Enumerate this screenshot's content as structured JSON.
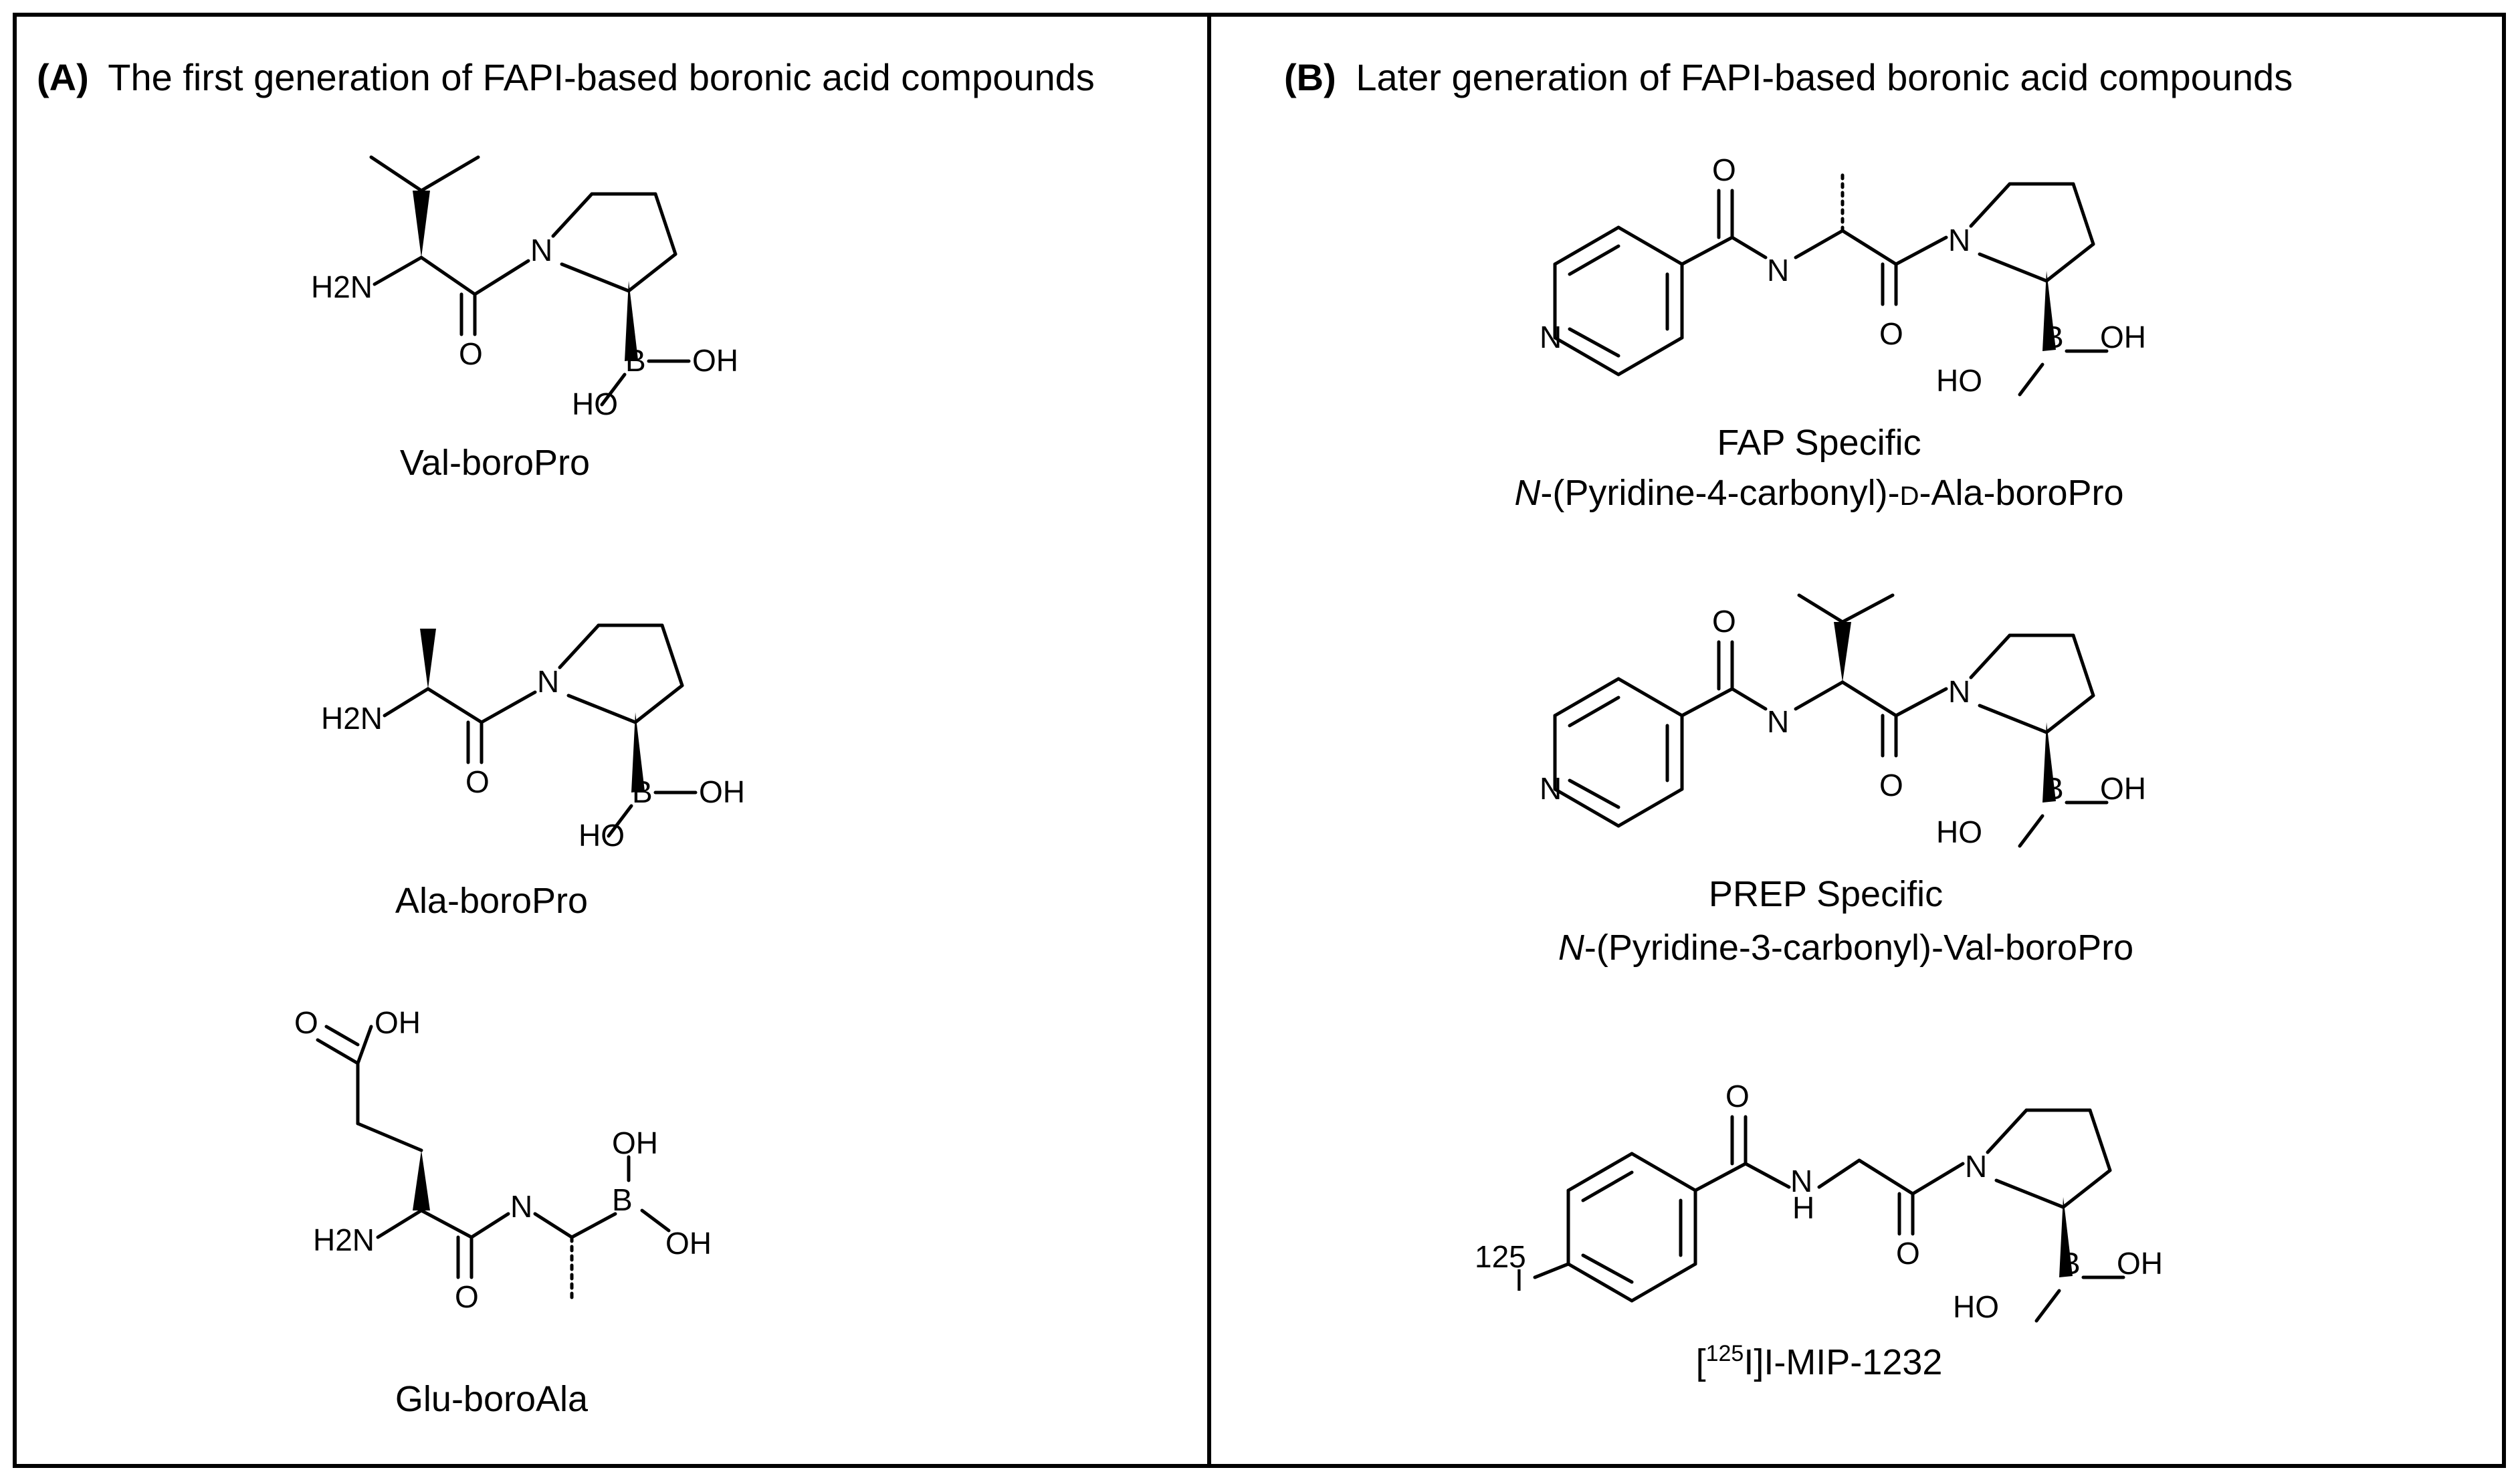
{
  "panels": {
    "a": {
      "label": "(A)",
      "title": "The first generation of FAPI-based boronic acid compounds",
      "compounds": [
        {
          "name": "Val-boroPro"
        },
        {
          "name": "Ala-boroPro"
        },
        {
          "name": "Glu-boroAla"
        }
      ]
    },
    "b": {
      "label": "(B)",
      "title": "Later generation of FAPI-based boronic acid compounds",
      "compounds": [
        {
          "caption_line1": "FAP Specific",
          "caption_prefix": "N",
          "caption_rest": "-(Pyridine-4-carbonyl)-",
          "caption_smallcaps": "d",
          "caption_tail": "-Ala-boroPro"
        },
        {
          "caption_line1": "PREP Specific",
          "caption_prefix": "N",
          "caption_rest": "-(Pyridine-3-carbonyl)-Val-boroPro"
        },
        {
          "name_open": "[",
          "name_sup": "125",
          "name_rest": "I]I-MIP-1232"
        }
      ]
    }
  },
  "atoms": {
    "h2n": "H2N",
    "n": "N",
    "o": "O",
    "b": "B",
    "oh_right": "OH",
    "ho": "HO",
    "nh_n": "N",
    "nh_h": "H",
    "isotope": "125",
    "iodine": "I"
  },
  "icons": [
    "chemical-structure-val-boropro",
    "chemical-structure-ala-boropro",
    "chemical-structure-glu-boroala",
    "chemical-structure-pyridine-4-carbonyl-ala-boropro",
    "chemical-structure-pyridine-3-carbonyl-val-boropro",
    "chemical-structure-mip-1232"
  ]
}
